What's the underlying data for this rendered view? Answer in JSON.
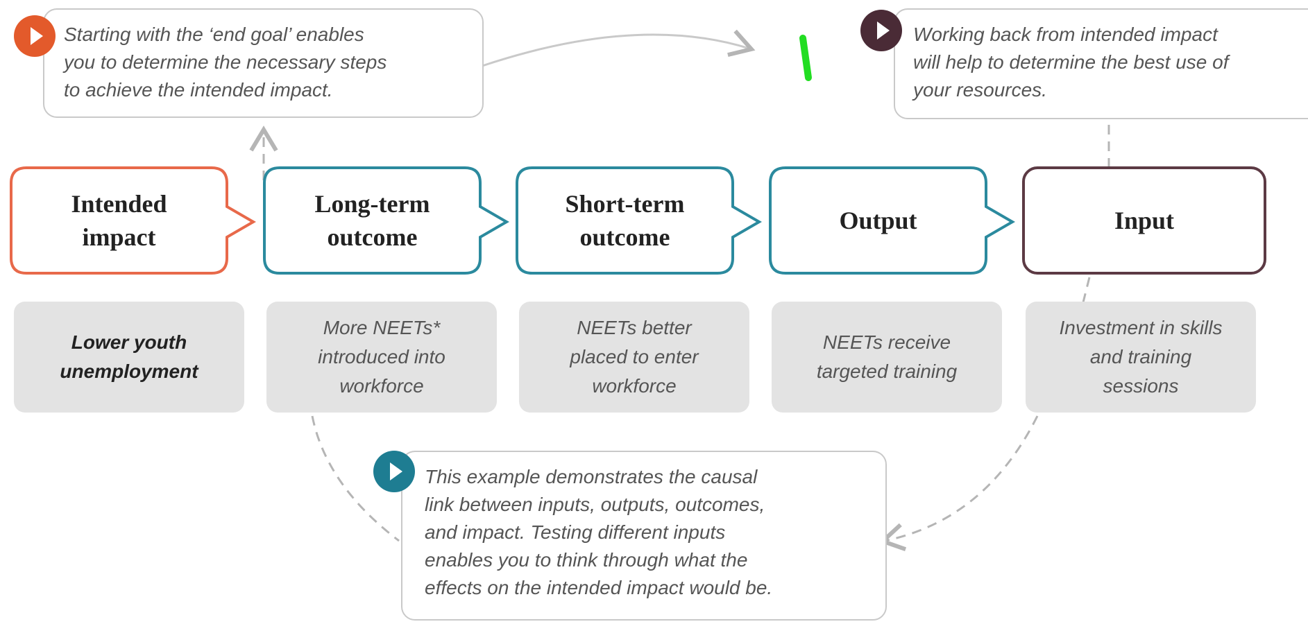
{
  "colors": {
    "impact": "#e8694a",
    "outcome": "#2b8a9e",
    "input": "#5c3a44",
    "play_orange": "#e35a2b",
    "play_plum": "#4a2b36",
    "play_teal": "#1e7d92",
    "desc_bg": "#e3e3e3",
    "callout_border": "#c9c9c9",
    "marker": "#22dd22"
  },
  "callouts": [
    {
      "id": "top-left",
      "icon": "play-icon",
      "color": "play_orange",
      "lines": [
        "Starting with the ‘end goal’ enables",
        "you to determine the necessary steps",
        "to achieve the intended impact."
      ]
    },
    {
      "id": "top-right",
      "icon": "play-icon",
      "color": "play_plum",
      "lines": [
        "Working back from intended impact",
        "will help to determine the best use of",
        "your resources."
      ]
    },
    {
      "id": "bottom",
      "icon": "play-icon",
      "color": "play_teal",
      "lines": [
        "This example demonstrates the causal",
        "link between inputs, outputs, outcomes,",
        "and impact. Testing different inputs",
        "enables you to think through what the",
        "effects on the intended impact would be."
      ]
    }
  ],
  "stages": [
    {
      "label_lines": [
        "Intended",
        "impact"
      ],
      "desc_lines": [
        "Lower youth",
        "unemployment"
      ],
      "desc_bold": true
    },
    {
      "label_lines": [
        "Long-term",
        "outcome"
      ],
      "desc_lines": [
        "More NEETs*",
        "introduced into",
        "workforce"
      ]
    },
    {
      "label_lines": [
        "Short-term",
        "outcome"
      ],
      "desc_lines": [
        "NEETs better",
        "placed to enter",
        "workforce"
      ]
    },
    {
      "label_lines": [
        "Output"
      ],
      "desc_lines": [
        "NEETs receive",
        "targeted training"
      ]
    },
    {
      "label_lines": [
        "Input"
      ],
      "desc_lines": [
        "Investment in skills",
        "and training",
        "sessions"
      ]
    }
  ]
}
